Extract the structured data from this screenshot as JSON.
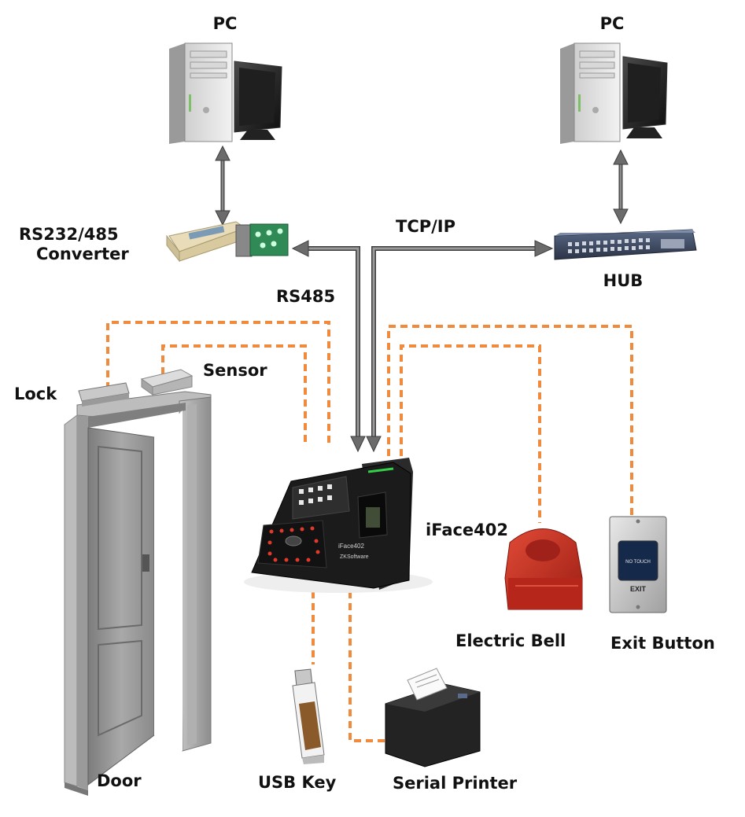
{
  "labels": {
    "pc_left": "PC",
    "pc_right": "PC",
    "converter_line1": "RS232/485",
    "converter_line2": "Converter",
    "tcpip": "TCP/IP",
    "hub": "HUB",
    "rs485": "RS485",
    "sensor": "Sensor",
    "lock": "Lock",
    "device": "iFace402",
    "electric_bell": "Electric Bell",
    "exit_button": "Exit Button",
    "door": "Door",
    "usb_key": "USB Key",
    "serial_printer": "Serial Printer"
  },
  "device_text": {
    "model": "iFace402",
    "brand": "ZKSoftware"
  },
  "exit_button_text": {
    "panel": "NO TOUCH",
    "caption": "EXIT"
  },
  "colors": {
    "arrow": "#6b6b6b",
    "dashed_wire": "#f08a3c",
    "bell": "#c0291d",
    "device_body": "#1b1b1b"
  }
}
